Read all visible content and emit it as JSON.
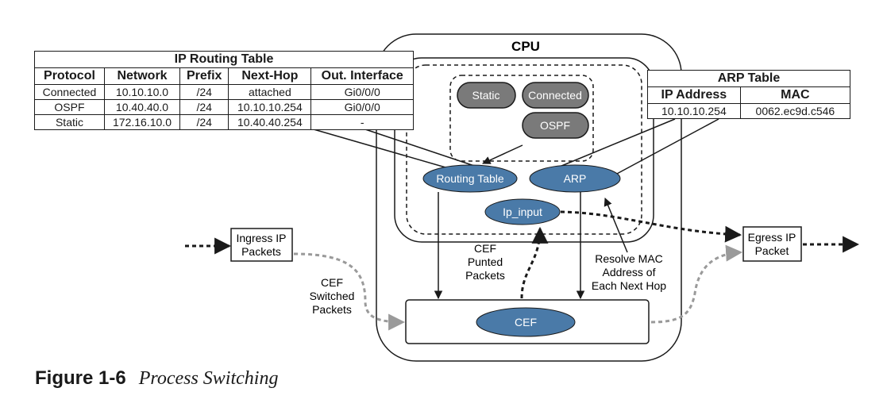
{
  "cpu_label": "CPU",
  "routing_table": {
    "title": "IP Routing Table",
    "headers": [
      "Protocol",
      "Network",
      "Prefix",
      "Next-Hop",
      "Out. Interface"
    ],
    "rows": [
      [
        "Connected",
        "10.10.10.0",
        "/24",
        "attached",
        "Gi0/0/0"
      ],
      [
        "OSPF",
        "10.40.40.0",
        "/24",
        "10.10.10.254",
        "Gi0/0/0"
      ],
      [
        "Static",
        "172.16.10.0",
        "/24",
        "10.40.40.254",
        "-"
      ]
    ]
  },
  "arp_table": {
    "title": "ARP Table",
    "headers": [
      "IP Address",
      "MAC"
    ],
    "rows": [
      [
        "10.10.10.254",
        "0062.ec9d.c546"
      ]
    ]
  },
  "sources": {
    "static": "Static",
    "connected": "Connected",
    "ospf": "OSPF"
  },
  "nodes": {
    "routing_table": "Routing Table",
    "arp": "ARP",
    "ip_input": "Ip_input",
    "cef": "CEF"
  },
  "boxes": {
    "ingress": [
      "Ingress IP",
      "Packets"
    ],
    "egress": [
      "Egress IP",
      "Packet"
    ]
  },
  "labels": {
    "cef_switched": [
      "CEF",
      "Switched",
      "Packets"
    ],
    "cef_punted": [
      "CEF",
      "Punted",
      "Packets"
    ],
    "resolve_mac": [
      "Resolve MAC",
      "Address of",
      "Each Next Hop"
    ]
  },
  "caption": {
    "number": "Figure 1-6",
    "text": "Process Switching"
  },
  "colors": {
    "blue_node": "#4a7aa8",
    "gray_node": "#7a7a7a",
    "dashed_gray": "#9a9a9a"
  }
}
